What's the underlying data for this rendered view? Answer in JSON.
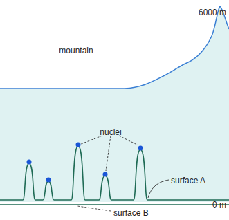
{
  "diagram": {
    "labels": [
      "6000 m",
      "mountain",
      "nuclei",
      "surface A",
      "0 m",
      "surface B"
    ]
  }
}
